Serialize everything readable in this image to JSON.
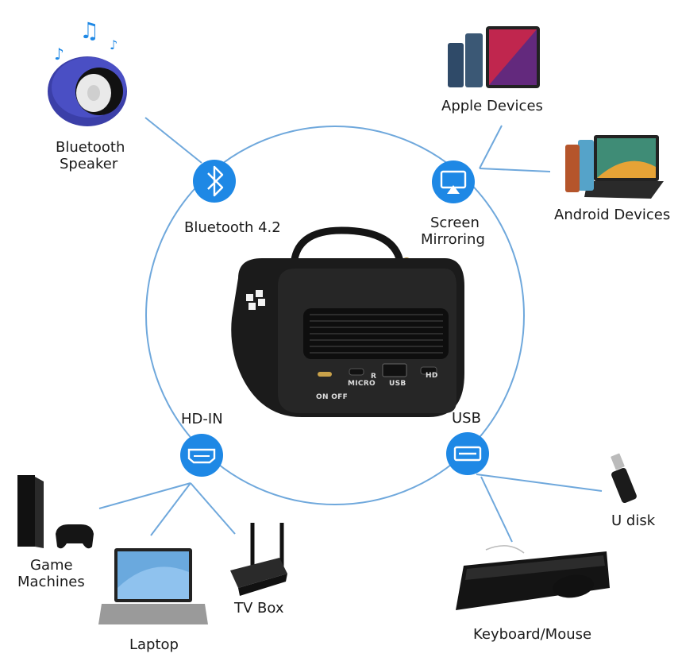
{
  "hub": {
    "port_labels": {
      "switch": "ON OFF",
      "micro": "MICRO",
      "reset": "R",
      "usb": "USB",
      "hd": "HD"
    }
  },
  "features": {
    "bluetooth": {
      "label": "Bluetooth 4.2",
      "icon": "bluetooth-icon"
    },
    "mirroring": {
      "label_line1": "Screen",
      "label_line2": "Mirroring",
      "icon": "screen-mirroring-icon"
    },
    "hdin": {
      "label": "HD-IN",
      "icon": "hdmi-port-icon"
    },
    "usb": {
      "label": "USB",
      "icon": "usb-port-icon"
    }
  },
  "devices": {
    "speaker": {
      "line1": "Bluetooth",
      "line2": "Speaker"
    },
    "apple": {
      "label": "Apple Devices"
    },
    "android": {
      "label": "Android Devices"
    },
    "udisk": {
      "label": "U disk"
    },
    "keyboard": {
      "label": "Keyboard/Mouse"
    },
    "game": {
      "line1": "Game",
      "line2": "Machines"
    },
    "laptop": {
      "label": "Laptop"
    },
    "tvbox": {
      "label": "TV Box"
    }
  },
  "colors": {
    "accent_blue": "#1E88E5",
    "line_blue": "#6FA8DC",
    "device_black": "#1b1b1b"
  }
}
